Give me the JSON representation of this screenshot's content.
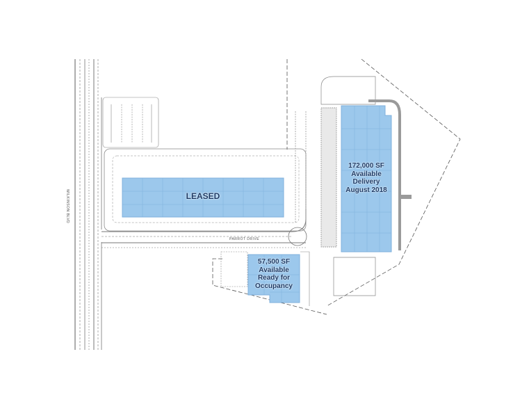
{
  "site_plan": {
    "roads": [
      {
        "name": "WILKINSON BLVD",
        "orientation": "vertical"
      },
      {
        "name": "PARROT DRIVE",
        "orientation": "horizontal"
      }
    ],
    "buildings": [
      {
        "id": "building-1",
        "lines": [
          "LEASED"
        ],
        "status": "leased"
      },
      {
        "id": "building-2",
        "lines": [
          "172,000 SF",
          "Available",
          "Delivery",
          "August 2018"
        ],
        "status": "available"
      },
      {
        "id": "building-3",
        "lines": [
          "57,500 SF",
          "Available",
          "Ready for",
          "Occupancy"
        ],
        "status": "available"
      }
    ],
    "colors": {
      "building_fill": "#9cc8ec",
      "building_grid": "#7fb0dc",
      "label_text": "#1c3a66",
      "linework": "#6e6e6e",
      "curb": "#8a8a8a"
    }
  }
}
